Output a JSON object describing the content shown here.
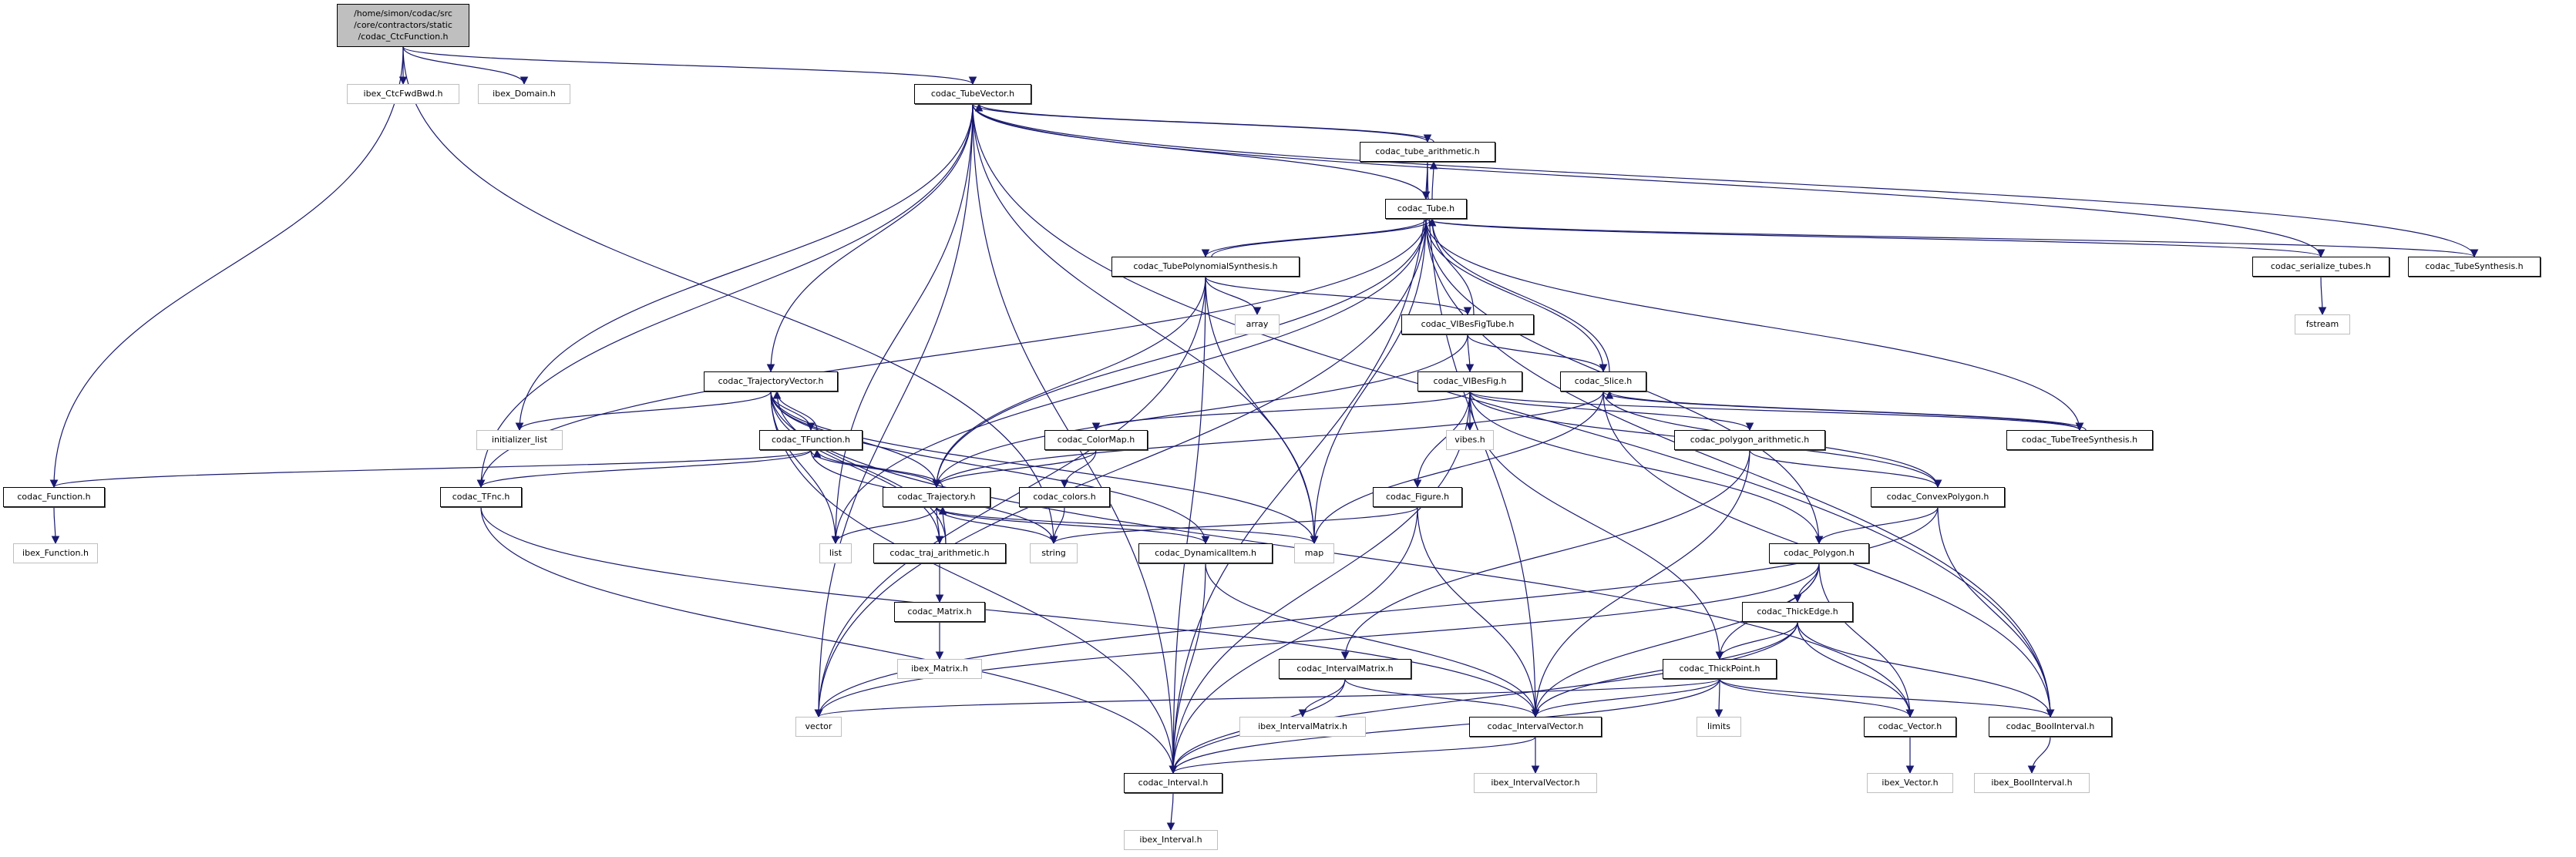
{
  "title": "/home/simon/codac/src/core/contractors/static/codac_CtcFunction.h",
  "colors": {
    "edge": "#191970",
    "root_fill": "#bfbfbf",
    "local_border": "#000000",
    "system_border": "#bfbfbf"
  },
  "nodes": [
    {
      "id": "root",
      "label": "/home/simon/codac/src\n/core/contractors/static\n/codac_CtcFunction.h",
      "kind": "root"
    },
    {
      "id": "ibex_CtcFwdBwd",
      "label": "ibex_CtcFwdBwd.h",
      "kind": "system"
    },
    {
      "id": "ibex_Domain",
      "label": "ibex_Domain.h",
      "kind": "system"
    },
    {
      "id": "TubeVector",
      "label": "codac_TubeVector.h",
      "kind": "local"
    },
    {
      "id": "tube_arithmetic",
      "label": "codac_tube_arithmetic.h",
      "kind": "local"
    },
    {
      "id": "Tube",
      "label": "codac_Tube.h",
      "kind": "local"
    },
    {
      "id": "TubePolynomialSynthesis",
      "label": "codac_TubePolynomialSynthesis.h",
      "kind": "local"
    },
    {
      "id": "serialize_tubes",
      "label": "codac_serialize_tubes.h",
      "kind": "local"
    },
    {
      "id": "TubeSynthesis",
      "label": "codac_TubeSynthesis.h",
      "kind": "local"
    },
    {
      "id": "array",
      "label": "array",
      "kind": "system"
    },
    {
      "id": "fstream",
      "label": "fstream",
      "kind": "system"
    },
    {
      "id": "VIBesFigTube",
      "label": "codac_VIBesFigTube.h",
      "kind": "local"
    },
    {
      "id": "TrajectoryVector",
      "label": "codac_TrajectoryVector.h",
      "kind": "local"
    },
    {
      "id": "VIBesFig",
      "label": "codac_VIBesFig.h",
      "kind": "local"
    },
    {
      "id": "Slice",
      "label": "codac_Slice.h",
      "kind": "local"
    },
    {
      "id": "initializer_list",
      "label": "initializer_list",
      "kind": "system"
    },
    {
      "id": "TFunction",
      "label": "codac_TFunction.h",
      "kind": "local"
    },
    {
      "id": "ColorMap",
      "label": "codac_ColorMap.h",
      "kind": "local"
    },
    {
      "id": "vibes",
      "label": "vibes.h",
      "kind": "system"
    },
    {
      "id": "polygon_arithmetic",
      "label": "codac_polygon_arithmetic.h",
      "kind": "local"
    },
    {
      "id": "TubeTreeSynthesis",
      "label": "codac_TubeTreeSynthesis.h",
      "kind": "local"
    },
    {
      "id": "Function",
      "label": "codac_Function.h",
      "kind": "local"
    },
    {
      "id": "TFnc",
      "label": "codac_TFnc.h",
      "kind": "local"
    },
    {
      "id": "Trajectory",
      "label": "codac_Trajectory.h",
      "kind": "local"
    },
    {
      "id": "colors",
      "label": "codac_colors.h",
      "kind": "local"
    },
    {
      "id": "Figure",
      "label": "codac_Figure.h",
      "kind": "local"
    },
    {
      "id": "ConvexPolygon",
      "label": "codac_ConvexPolygon.h",
      "kind": "local"
    },
    {
      "id": "ibex_Function",
      "label": "ibex_Function.h",
      "kind": "system"
    },
    {
      "id": "list",
      "label": "list",
      "kind": "system"
    },
    {
      "id": "traj_arithmetic",
      "label": "codac_traj_arithmetic.h",
      "kind": "local"
    },
    {
      "id": "string",
      "label": "string",
      "kind": "system"
    },
    {
      "id": "DynamicalItem",
      "label": "codac_DynamicalItem.h",
      "kind": "local"
    },
    {
      "id": "map",
      "label": "map",
      "kind": "system"
    },
    {
      "id": "Polygon",
      "label": "codac_Polygon.h",
      "kind": "local"
    },
    {
      "id": "Matrix",
      "label": "codac_Matrix.h",
      "kind": "local"
    },
    {
      "id": "ThickEdge",
      "label": "codac_ThickEdge.h",
      "kind": "local"
    },
    {
      "id": "ibex_Matrix",
      "label": "ibex_Matrix.h",
      "kind": "system"
    },
    {
      "id": "IntervalMatrix",
      "label": "codac_IntervalMatrix.h",
      "kind": "local"
    },
    {
      "id": "ThickPoint",
      "label": "codac_ThickPoint.h",
      "kind": "local"
    },
    {
      "id": "vector",
      "label": "vector",
      "kind": "system"
    },
    {
      "id": "ibex_IntervalMatrix",
      "label": "ibex_IntervalMatrix.h",
      "kind": "system"
    },
    {
      "id": "IntervalVector",
      "label": "codac_IntervalVector.h",
      "kind": "local"
    },
    {
      "id": "limits",
      "label": "limits",
      "kind": "system"
    },
    {
      "id": "Vector",
      "label": "codac_Vector.h",
      "kind": "local"
    },
    {
      "id": "BoolInterval",
      "label": "codac_BoolInterval.h",
      "kind": "local"
    },
    {
      "id": "Interval",
      "label": "codac_Interval.h",
      "kind": "local"
    },
    {
      "id": "ibex_IntervalVector",
      "label": "ibex_IntervalVector.h",
      "kind": "system"
    },
    {
      "id": "ibex_Vector",
      "label": "ibex_Vector.h",
      "kind": "system"
    },
    {
      "id": "ibex_BoolInterval",
      "label": "ibex_BoolInterval.h",
      "kind": "system"
    },
    {
      "id": "ibex_Interval",
      "label": "ibex_Interval.h",
      "kind": "system"
    }
  ],
  "edges": [
    [
      "root",
      "ibex_CtcFwdBwd"
    ],
    [
      "root",
      "ibex_Domain"
    ],
    [
      "root",
      "TubeVector"
    ],
    [
      "root",
      "Function"
    ],
    [
      "root",
      "string"
    ],
    [
      "TubeVector",
      "tube_arithmetic"
    ],
    [
      "TubeVector",
      "Tube"
    ],
    [
      "TubeVector",
      "TrajectoryVector"
    ],
    [
      "TubeVector",
      "serialize_tubes"
    ],
    [
      "TubeVector",
      "TubeSynthesis"
    ],
    [
      "TubeVector",
      "BoolInterval"
    ],
    [
      "TubeVector",
      "initializer_list"
    ],
    [
      "TubeVector",
      "TFnc"
    ],
    [
      "TubeVector",
      "vector"
    ],
    [
      "TubeVector",
      "Interval"
    ],
    [
      "TubeVector",
      "map"
    ],
    [
      "TubeVector",
      "list"
    ],
    [
      "tube_arithmetic",
      "TubeVector"
    ],
    [
      "tube_arithmetic",
      "Tube"
    ],
    [
      "tube_arithmetic",
      "IntervalVector"
    ],
    [
      "tube_arithmetic",
      "Interval"
    ],
    [
      "Tube",
      "tube_arithmetic"
    ],
    [
      "Tube",
      "TubePolynomialSynthesis"
    ],
    [
      "Tube",
      "serialize_tubes"
    ],
    [
      "Tube",
      "TubeSynthesis"
    ],
    [
      "Tube",
      "Slice"
    ],
    [
      "Tube",
      "TubeTreeSynthesis"
    ],
    [
      "Tube",
      "Trajectory"
    ],
    [
      "Tube",
      "BoolInterval"
    ],
    [
      "Tube",
      "Polygon"
    ],
    [
      "Tube",
      "map"
    ],
    [
      "Tube",
      "TFnc"
    ],
    [
      "Tube",
      "vector"
    ],
    [
      "Tube",
      "list"
    ],
    [
      "TubePolynomialSynthesis",
      "Tube"
    ],
    [
      "TubePolynomialSynthesis",
      "array"
    ],
    [
      "TubePolynomialSynthesis",
      "VIBesFigTube"
    ],
    [
      "TubePolynomialSynthesis",
      "Trajectory"
    ],
    [
      "TubePolynomialSynthesis",
      "map"
    ],
    [
      "TubePolynomialSynthesis",
      "Interval"
    ],
    [
      "TubePolynomialSynthesis",
      "vector"
    ],
    [
      "serialize_tubes",
      "fstream"
    ],
    [
      "VIBesFigTube",
      "Tube"
    ],
    [
      "VIBesFigTube",
      "VIBesFig"
    ],
    [
      "VIBesFigTube",
      "Slice"
    ],
    [
      "VIBesFigTube",
      "Trajectory"
    ],
    [
      "TrajectoryVector",
      "initializer_list"
    ],
    [
      "TrajectoryVector",
      "TFunction"
    ],
    [
      "TrajectoryVector",
      "Trajectory"
    ],
    [
      "TrajectoryVector",
      "traj_arithmetic"
    ],
    [
      "TrajectoryVector",
      "list"
    ],
    [
      "TrajectoryVector",
      "map"
    ],
    [
      "TrajectoryVector",
      "DynamicalItem"
    ],
    [
      "TrajectoryVector",
      "Vector"
    ],
    [
      "TrajectoryVector",
      "Interval"
    ],
    [
      "VIBesFig",
      "vibes"
    ],
    [
      "VIBesFig",
      "Figure"
    ],
    [
      "VIBesFig",
      "ColorMap"
    ],
    [
      "VIBesFig",
      "polygon_arithmetic"
    ],
    [
      "VIBesFig",
      "ConvexPolygon"
    ],
    [
      "VIBesFig",
      "Polygon"
    ],
    [
      "VIBesFig",
      "ThickPoint"
    ],
    [
      "VIBesFig",
      "Interval"
    ],
    [
      "VIBesFig",
      "TubeTreeSynthesis"
    ],
    [
      "Slice",
      "Tube"
    ],
    [
      "Slice",
      "TubeTreeSynthesis"
    ],
    [
      "Slice",
      "ConvexPolygon"
    ],
    [
      "Slice",
      "BoolInterval"
    ],
    [
      "Slice",
      "Trajectory"
    ],
    [
      "Slice",
      "map"
    ],
    [
      "TubeTreeSynthesis",
      "Slice"
    ],
    [
      "TFunction",
      "TrajectoryVector"
    ],
    [
      "TFunction",
      "Trajectory"
    ],
    [
      "TFunction",
      "Function"
    ],
    [
      "TFunction",
      "TFnc"
    ],
    [
      "TFunction",
      "string"
    ],
    [
      "ColorMap",
      "Trajectory"
    ],
    [
      "ColorMap",
      "colors"
    ],
    [
      "polygon_arithmetic",
      "ConvexPolygon"
    ],
    [
      "polygon_arithmetic",
      "IntervalVector"
    ],
    [
      "polygon_arithmetic",
      "IntervalMatrix"
    ],
    [
      "Function",
      "ibex_Function"
    ],
    [
      "TFnc",
      "IntervalVector"
    ],
    [
      "TFnc",
      "Interval"
    ],
    [
      "Trajectory",
      "TFunction"
    ],
    [
      "Trajectory",
      "traj_arithmetic"
    ],
    [
      "Trajectory",
      "list"
    ],
    [
      "Trajectory",
      "DynamicalItem"
    ],
    [
      "Trajectory",
      "map"
    ],
    [
      "Trajectory",
      "string"
    ],
    [
      "colors",
      "string"
    ],
    [
      "Figure",
      "string"
    ],
    [
      "Figure",
      "IntervalVector"
    ],
    [
      "Figure",
      "Interval"
    ],
    [
      "ConvexPolygon",
      "Polygon"
    ],
    [
      "ConvexPolygon",
      "BoolInterval"
    ],
    [
      "ConvexPolygon",
      "vector"
    ],
    [
      "traj_arithmetic",
      "Trajectory"
    ],
    [
      "traj_arithmetic",
      "Matrix"
    ],
    [
      "traj_arithmetic",
      "TrajectoryVector"
    ],
    [
      "DynamicalItem",
      "IntervalVector"
    ],
    [
      "DynamicalItem",
      "Interval"
    ],
    [
      "Polygon",
      "ThickEdge"
    ],
    [
      "Polygon",
      "ThickPoint"
    ],
    [
      "Polygon",
      "IntervalVector"
    ],
    [
      "Polygon",
      "Vector"
    ],
    [
      "Polygon",
      "vector"
    ],
    [
      "Matrix",
      "ibex_Matrix"
    ],
    [
      "ThickEdge",
      "ThickPoint"
    ],
    [
      "ThickEdge",
      "IntervalVector"
    ],
    [
      "ThickEdge",
      "Vector"
    ],
    [
      "ThickEdge",
      "BoolInterval"
    ],
    [
      "ThickEdge",
      "Interval"
    ],
    [
      "IntervalMatrix",
      "ibex_IntervalMatrix"
    ],
    [
      "IntervalMatrix",
      "IntervalVector"
    ],
    [
      "IntervalMatrix",
      "Interval"
    ],
    [
      "ThickPoint",
      "IntervalVector"
    ],
    [
      "ThickPoint",
      "limits"
    ],
    [
      "ThickPoint",
      "Vector"
    ],
    [
      "ThickPoint",
      "BoolInterval"
    ],
    [
      "ThickPoint",
      "vector"
    ],
    [
      "ThickPoint",
      "Interval"
    ],
    [
      "IntervalVector",
      "ibex_IntervalVector"
    ],
    [
      "IntervalVector",
      "Interval"
    ],
    [
      "Vector",
      "ibex_Vector"
    ],
    [
      "BoolInterval",
      "ibex_BoolInterval"
    ],
    [
      "Interval",
      "ibex_Interval"
    ]
  ]
}
